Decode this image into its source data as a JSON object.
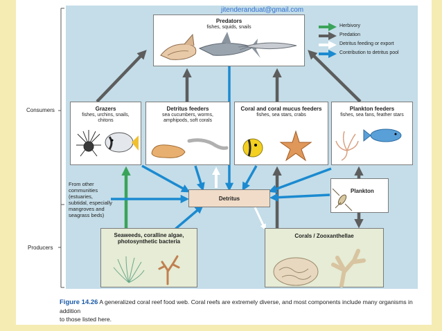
{
  "watermark": "jitenderanduat@gmail.com",
  "legend": {
    "herbivory": "Herbivory",
    "predation": "Predation",
    "detritus_feeding": "Detritus feeding or export",
    "contribution": "Contribution to detritus pool"
  },
  "colors": {
    "herbivory": "#3aa35a",
    "predation": "#5d5d5d",
    "detritus_feeding": "#ffffff",
    "contribution": "#1b8ad0",
    "panel": "#c4dde8",
    "producer_box": "#e6ecd5",
    "detritus_box": "#f0dcc8"
  },
  "side_labels": {
    "consumers": "Consumers",
    "producers": "Producers"
  },
  "nodes": {
    "predators": {
      "title": "Predators",
      "subtitle": "fishes, squids, snails"
    },
    "grazers": {
      "title": "Grazers",
      "subtitle": [
        "fishes, urchins, snails,",
        "chitons"
      ]
    },
    "detritus_feeders": {
      "title": "Detritus feeders",
      "subtitle": [
        "sea cucumbers, worms,",
        "amphipods, soft corals"
      ]
    },
    "coral_mucus_feeders": {
      "title": "Coral and coral mucus feeders",
      "subtitle": [
        "fishes, sea stars, crabs"
      ]
    },
    "plankton_feeders": {
      "title": "Plankton feeders",
      "subtitle": [
        "fishes, sea fans, feather stars"
      ]
    },
    "detritus": {
      "title": "Detritus"
    },
    "plankton": {
      "title": "Plankton"
    },
    "seaweeds": {
      "title": [
        "Seaweeds, coralline algae,",
        "photosynthetic bacteria"
      ]
    },
    "corals": {
      "title": "Corals / Zooxanthellae"
    }
  },
  "other_communities": [
    "From other",
    "communities",
    "(estuaries,",
    "subtidal, especially",
    "mangroves and",
    "seagrass beds)"
  ],
  "caption": {
    "figure": "Figure 14.26",
    "text_line1": "A generalized coral reef food web. Coral reefs are extremely diverse, and most components include many organisms in addition",
    "text_line2": "to those listed here."
  }
}
